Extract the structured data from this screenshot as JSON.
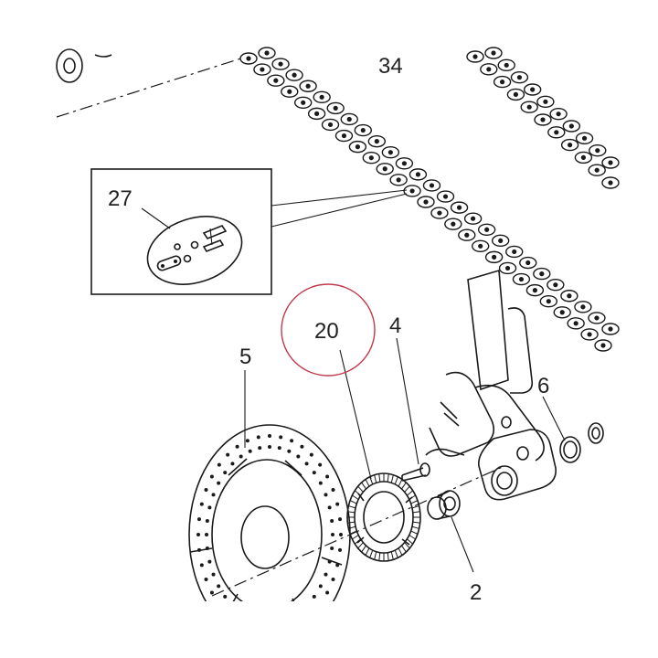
{
  "diagram": {
    "callouts": [
      {
        "id": "34",
        "label": "34"
      },
      {
        "id": "27",
        "label": "27"
      },
      {
        "id": "20",
        "label": "20"
      },
      {
        "id": "4",
        "label": "4"
      },
      {
        "id": "5",
        "label": "5"
      },
      {
        "id": "6",
        "label": "6"
      },
      {
        "id": "2",
        "label": "2"
      }
    ],
    "highlight": {
      "callout": "20",
      "color": "#c0394b"
    },
    "line_color": "#1a1a1a"
  }
}
